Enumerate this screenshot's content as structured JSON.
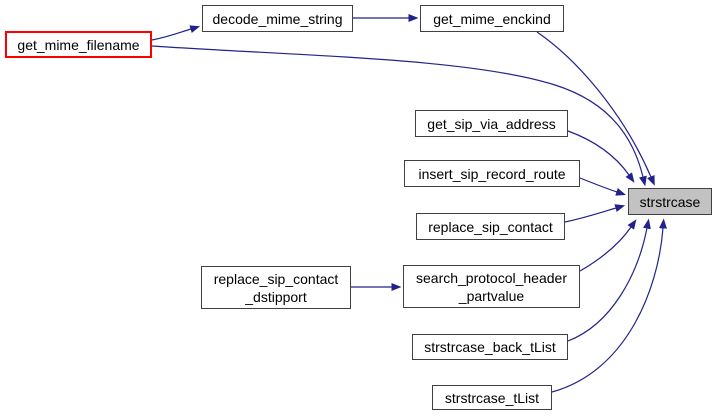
{
  "diagram": {
    "type": "call-graph",
    "focus_node": "strstrcase",
    "colors": {
      "background": "#ffffff",
      "text": "#000000",
      "border": "#404040",
      "highlight": "#ff0000",
      "focus_fill": "#c2c2c2",
      "edge": "#22228c"
    },
    "nodes": [
      {
        "id": "get_mime_filename",
        "label": "get_mime_filename",
        "style": "highlight"
      },
      {
        "id": "decode_mime_string",
        "label": "decode_mime_string",
        "style": "normal"
      },
      {
        "id": "get_mime_enckind",
        "label": "get_mime_enckind",
        "style": "normal"
      },
      {
        "id": "get_sip_via_address",
        "label": "get_sip_via_address",
        "style": "normal"
      },
      {
        "id": "insert_sip_record_route",
        "label": "insert_sip_record_route",
        "style": "normal"
      },
      {
        "id": "strstrcase",
        "label": "strstrcase",
        "style": "focus"
      },
      {
        "id": "replace_sip_contact",
        "label": "replace_sip_contact",
        "style": "normal"
      },
      {
        "id": "replace_sip_contact_dstipport",
        "label": "replace_sip_contact\n_dstipport",
        "style": "normal"
      },
      {
        "id": "search_protocol_header_partvalue",
        "label": "search_protocol_header\n_partvalue",
        "style": "normal"
      },
      {
        "id": "strstrcase_back_tList",
        "label": "strstrcase_back_tList",
        "style": "normal"
      },
      {
        "id": "strstrcase_tList",
        "label": "strstrcase_tList",
        "style": "normal"
      }
    ],
    "edges": [
      {
        "from": "get_mime_filename",
        "to": "decode_mime_string"
      },
      {
        "from": "get_mime_filename",
        "to": "strstrcase"
      },
      {
        "from": "decode_mime_string",
        "to": "get_mime_enckind"
      },
      {
        "from": "get_mime_enckind",
        "to": "strstrcase"
      },
      {
        "from": "get_sip_via_address",
        "to": "strstrcase"
      },
      {
        "from": "insert_sip_record_route",
        "to": "strstrcase"
      },
      {
        "from": "replace_sip_contact",
        "to": "strstrcase"
      },
      {
        "from": "replace_sip_contact_dstipport",
        "to": "search_protocol_header_partvalue"
      },
      {
        "from": "search_protocol_header_partvalue",
        "to": "strstrcase"
      },
      {
        "from": "strstrcase_back_tList",
        "to": "strstrcase"
      },
      {
        "from": "strstrcase_tList",
        "to": "strstrcase"
      }
    ]
  }
}
